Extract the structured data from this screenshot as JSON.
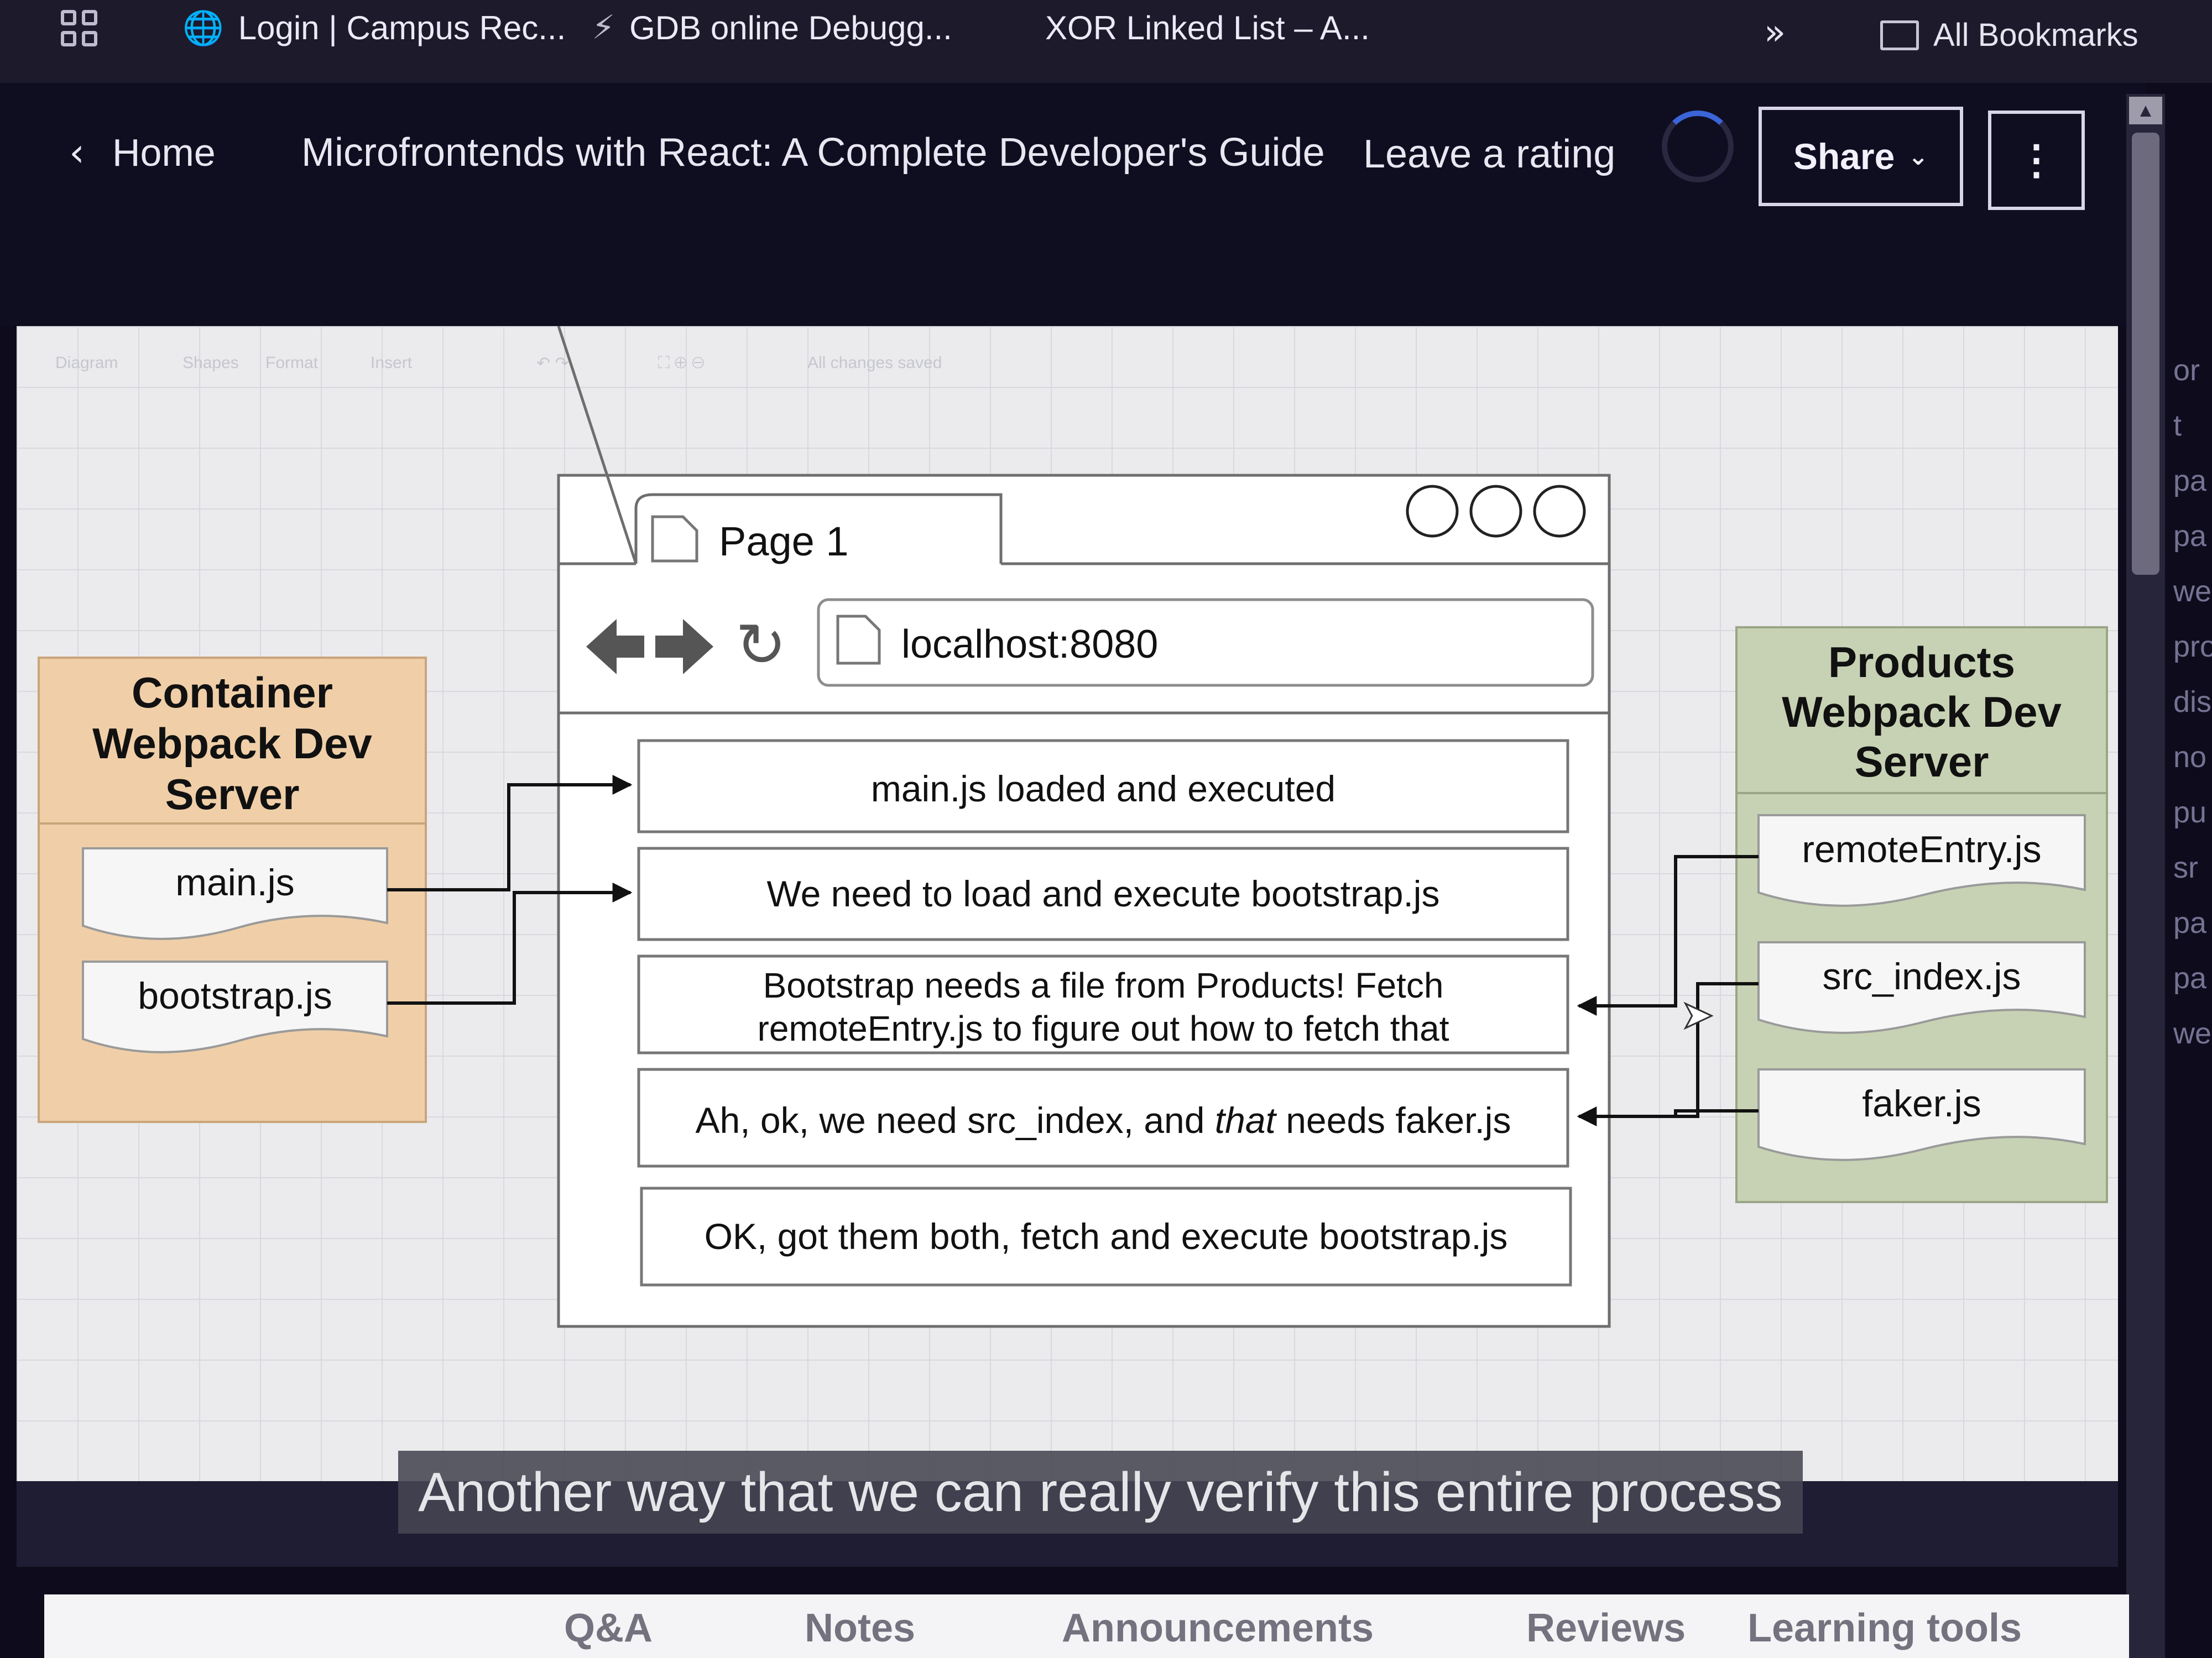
{
  "bookmarks": {
    "items": [
      {
        "label": "Login | Campus Rec...",
        "icon": "globe-icon"
      },
      {
        "label": "GDB online Debugg...",
        "icon": "bolt-icon"
      },
      {
        "label": "XOR Linked List – A...",
        "icon": ""
      }
    ],
    "all_bookmarks": "All Bookmarks"
  },
  "header": {
    "home": "Home",
    "course_title": "Microfrontends with React: A Complete Developer's Guide",
    "leave_rating": "Leave a rating",
    "share": "Share"
  },
  "drawio_toolbar": [
    "Diagram",
    "Shapes",
    "Format",
    "Insert",
    "All changes saved"
  ],
  "diagram": {
    "container": {
      "title": [
        "Container",
        "Webpack Dev",
        "Server"
      ],
      "files": [
        "main.js",
        "bootstrap.js"
      ]
    },
    "products": {
      "title": [
        "Products",
        "Webpack Dev",
        "Server"
      ],
      "files": [
        "remoteEntry.js",
        "src_index.js",
        "faker.js"
      ]
    },
    "browser": {
      "tab": "Page 1",
      "url": "localhost:8080",
      "steps": [
        [
          "main.js loaded and executed"
        ],
        [
          "We need to load and execute bootstrap.js"
        ],
        [
          "Bootstrap needs a file from Products! Fetch",
          "remoteEntry.js to figure out how to fetch that"
        ],
        [
          "Ah, ok, we need src_index, and ",
          "that",
          " needs faker.js"
        ],
        [
          "OK, got them both, fetch and execute bootstrap.js"
        ]
      ]
    }
  },
  "caption": "Another way that we can really verify this entire process",
  "bottom_tabs": [
    "Q&A",
    "Notes",
    "Announcements",
    "Reviews",
    "Learning tools"
  ],
  "edge_text": [
    "or",
    "t",
    "pa",
    "pa",
    "we",
    "pro",
    "dis",
    "no",
    "pu",
    "sr",
    "pa",
    "pa",
    "we"
  ],
  "colors": {
    "container_fill": "#f0cfa8",
    "products_fill": "#c7d2b4",
    "header_bg": "#0f0d20",
    "share_border": "#d8d6e6"
  }
}
